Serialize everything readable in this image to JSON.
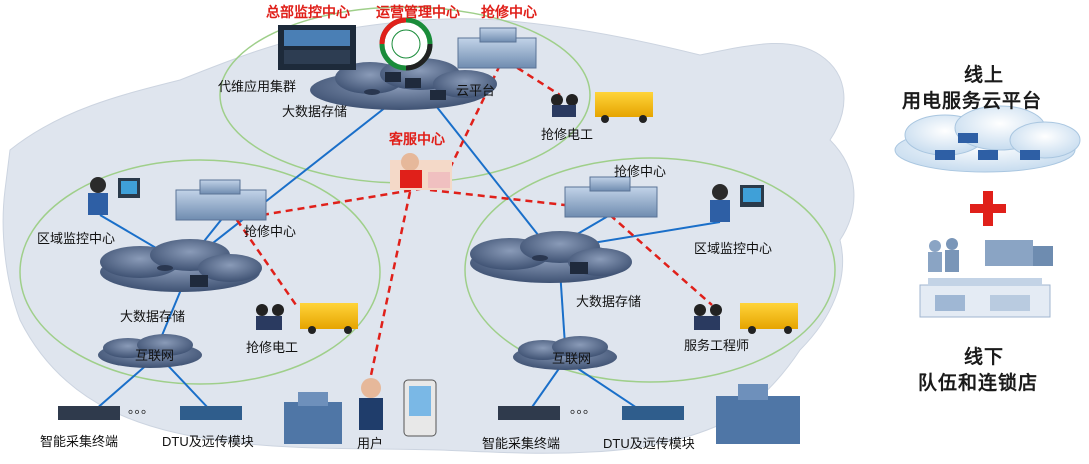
{
  "labels": {
    "hq_monitor": "总部监控中心",
    "ops_center": "运营管理中心",
    "top_repair": "抢修中心",
    "agent_cluster": "代维应用集群",
    "bigdata_top": "大数据存储",
    "cloud_platform": "云平台",
    "repair_worker_top": "抢修电工",
    "customer_service": "客服中心",
    "right_repair": "抢修中心",
    "left_region_monitor": "区域监控中心",
    "left_repair": "抢修中心",
    "right_region_monitor": "区域监控中心",
    "bigdata_left": "大数据存储",
    "bigdata_right": "大数据存储",
    "repair_worker_left": "抢修电工",
    "service_engineer": "服务工程师",
    "internet_left": "互联网",
    "internet_right": "互联网",
    "user": "用户",
    "terminal_left": "智能采集终端",
    "dtu_left": "DTU及远传模块",
    "terminal_right": "智能采集终端",
    "dtu_right": "DTU及远传模块",
    "online_line1": "线上",
    "online_line2": "用电服务云平台",
    "offline_line1": "线下",
    "offline_line2": "队伍和连锁店",
    "dots_left": "。。。",
    "dots_right": "。。。"
  },
  "colors": {
    "link_blue": "#1a6fc9",
    "link_red": "#e0201a",
    "cloud": "#5a6d8c",
    "building": "#8fa7c4",
    "map": "#dde3ec",
    "ring": "#9fcf8a",
    "plus": "#e0201a"
  }
}
